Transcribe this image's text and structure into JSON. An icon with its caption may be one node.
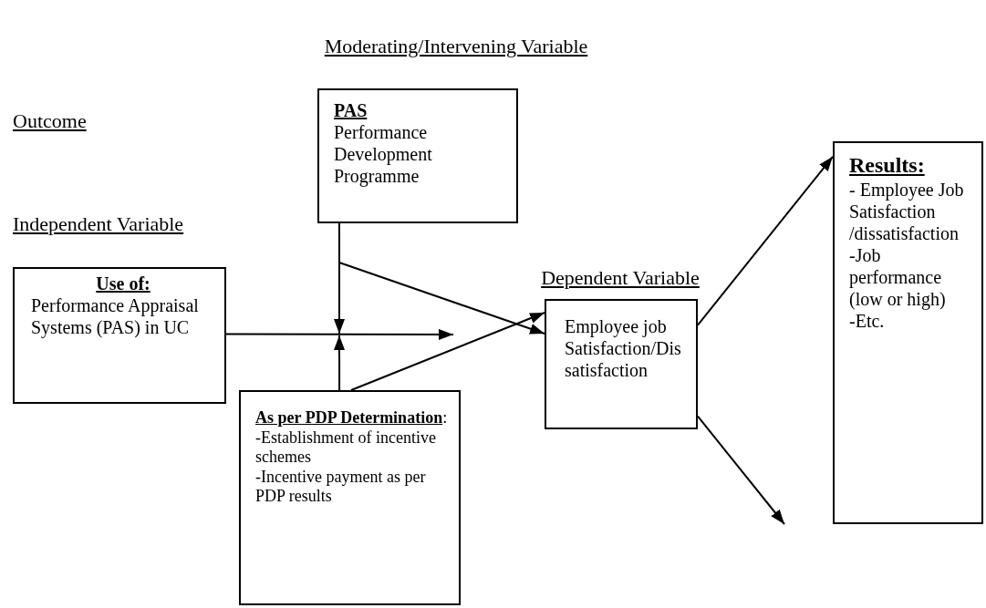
{
  "diagram": {
    "nodes": [
      {
        "text": [
          "PAS",
          "Performance Development Programme"
        ]
      },
      {
        "text": [
          "Use of:",
          "Performance Appraisal Systems (PAS) in UC"
        ]
      },
      {
        "text": [
          "**As per PDP Determination**:",
          "-Establishment of incentive schemes",
          "-Incentive payment as per PDP results"
        ]
      },
      {
        "text": [
          "Employee job Satisfaction/Dis satisfaction"
        ]
      },
      {
        "text": [
          "Results:",
          "- Employee Job Satisfaction /dissatisfaction",
          "-Job performance (low or high)",
          "-Etc."
        ]
      }
    ],
    "edges": [
      {
        "from": 1,
        "to": null,
        "arrow": "to"
      },
      {
        "from": 2,
        "to": null,
        "arrow": "to"
      },
      {
        "from": 0,
        "to": null,
        "arrow": "to"
      },
      {
        "from": null,
        "to": 3,
        "arrow": "to"
      },
      {
        "from": 2,
        "to": 3,
        "arrow": "to"
      },
      {
        "from": 3,
        "to": 4,
        "arrow": "to"
      },
      {
        "from": 3,
        "to": null,
        "arrow": "to"
      }
    ],
    "labels": [
      "Moderating/Intervening Variable",
      "Outcome",
      "Independent Variable",
      "Dependent Variable"
    ]
  }
}
